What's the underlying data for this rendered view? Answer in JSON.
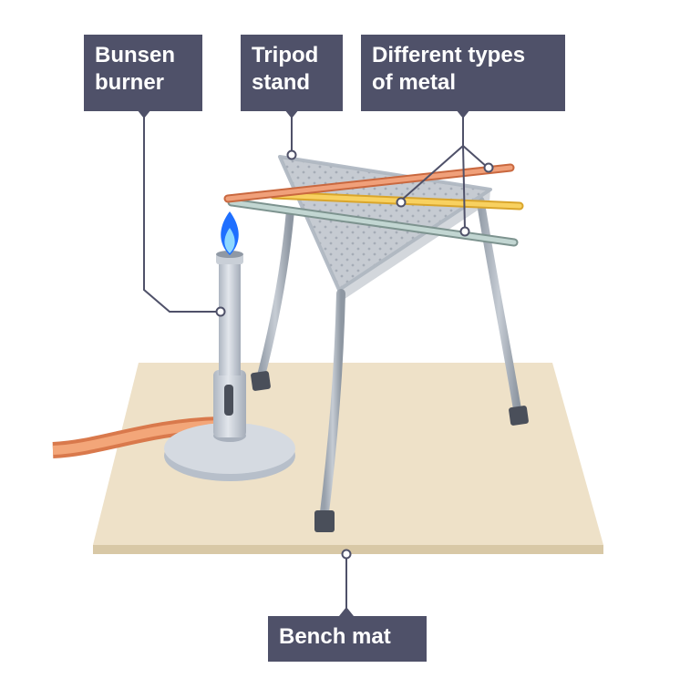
{
  "labels": {
    "bunsen_burner": [
      "Bunsen",
      "burner"
    ],
    "tripod_stand": [
      "Tripod",
      "stand"
    ],
    "metals": [
      "Different types",
      "of metal"
    ],
    "bench_mat": "Bench mat"
  },
  "colors": {
    "label_bg": "#4f5169",
    "label_text": "#ffffff",
    "leader_line": "#4f5169",
    "bench_mat": "#ede0c8",
    "bench_mat_edge": "#d8c9a8",
    "tripod_metal": "#a9b2bd",
    "tripod_gauze": "#e1e3e7",
    "burner_metal": "#c3cad3",
    "flame_outer": "#1f6fff",
    "flame_inner": "#7fd3ff",
    "hose": "#f09a6a",
    "copper_rod": "#e8946a",
    "brass_rod": "#f4c74e",
    "steel_rod": "#b6ccc8",
    "rubber_foot": "#4a4f5a"
  },
  "icons": [
    "bunsen-burner-icon",
    "tripod-stand-icon",
    "flame-icon",
    "gas-hose-icon",
    "metal-rod-icon",
    "bench-mat-icon"
  ]
}
